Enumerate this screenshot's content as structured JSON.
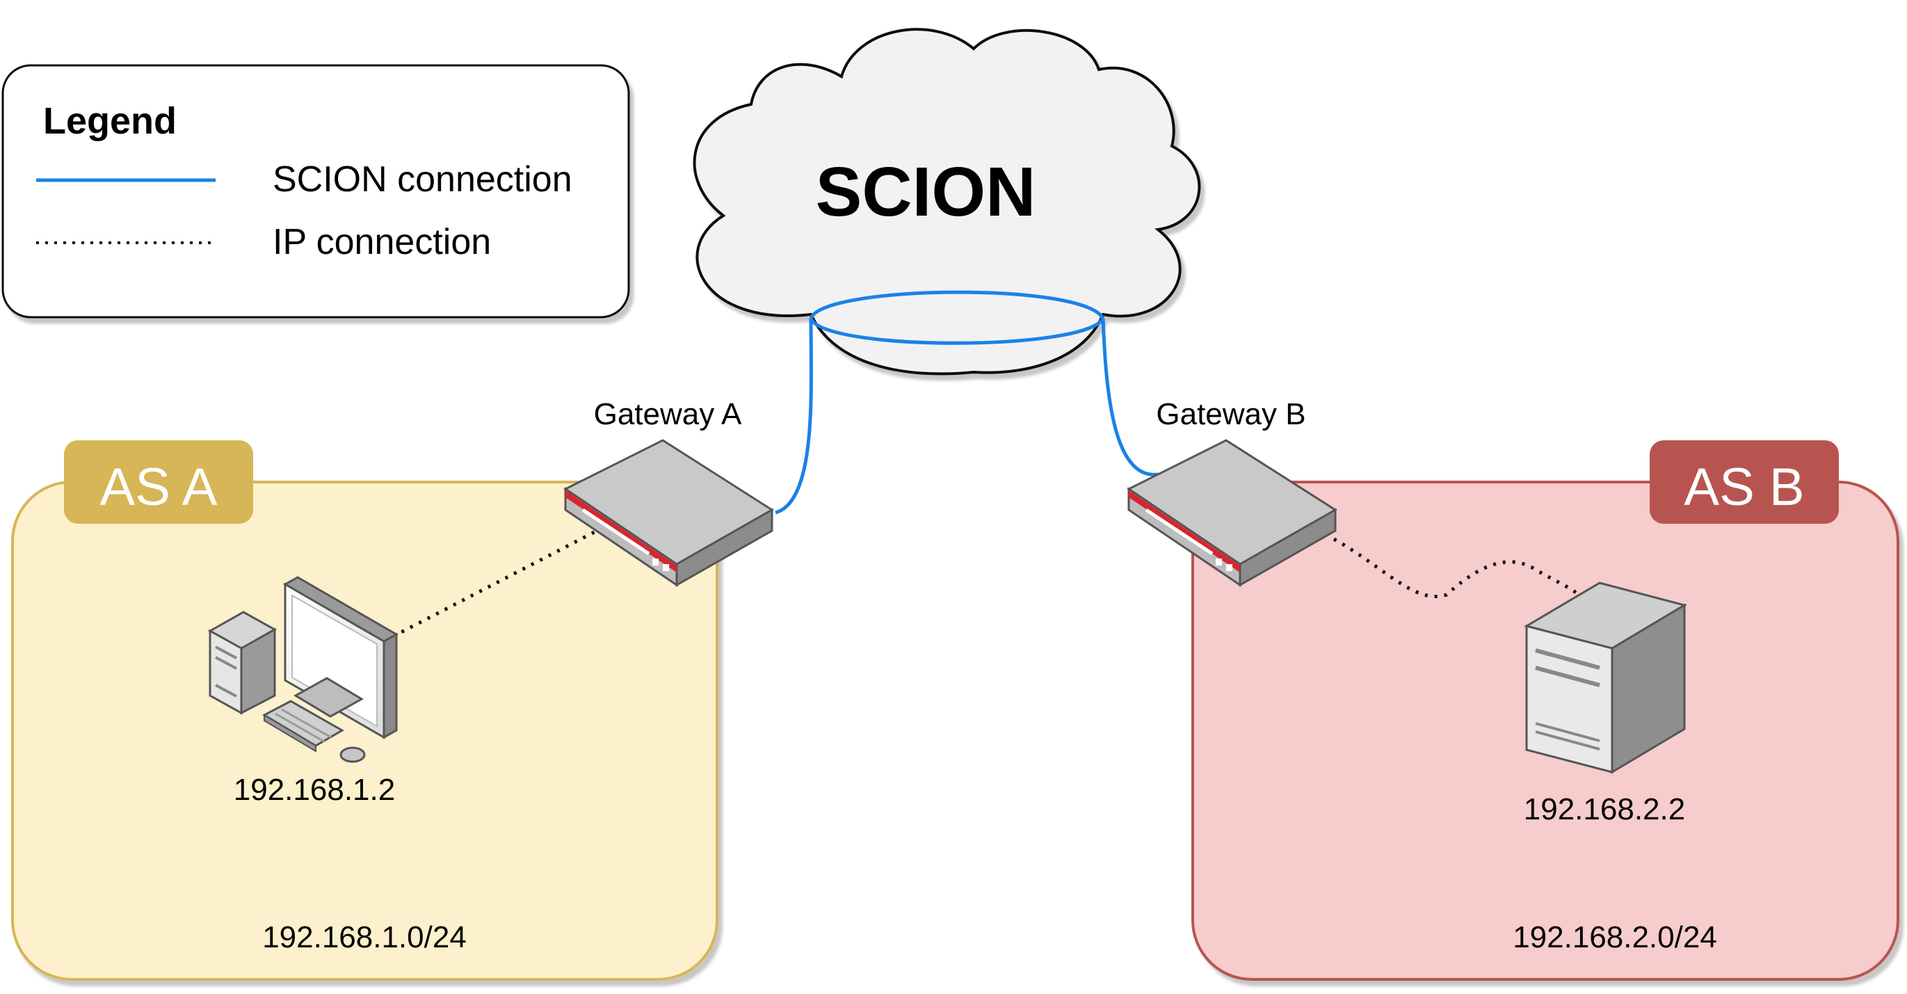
{
  "legend": {
    "title": "Legend",
    "items": [
      {
        "label": "SCION connection",
        "style": "solid",
        "color": "#1a82e6"
      },
      {
        "label": "IP connection",
        "style": "dotted",
        "color": "#111111"
      }
    ]
  },
  "cloud": {
    "label": "SCION"
  },
  "as_a": {
    "label": "AS A",
    "subnet": "192.168.1.0/24",
    "host_ip": "192.168.1.2",
    "host_icon": "desktop-computer-icon",
    "fill": "#fdf0cc",
    "accent": "#d6b656"
  },
  "as_b": {
    "label": "AS B",
    "subnet": "192.168.2.0/24",
    "host_ip": "192.168.2.2",
    "host_icon": "server-tower-icon",
    "fill": "#f7cccc",
    "accent": "#b85450"
  },
  "gateway_a": {
    "label": "Gateway A",
    "icon": "router-icon"
  },
  "gateway_b": {
    "label": "Gateway B",
    "icon": "router-icon"
  },
  "colors": {
    "scion_link": "#1a82e6",
    "ip_link": "#111111",
    "router_stripe": "#d7262e"
  }
}
